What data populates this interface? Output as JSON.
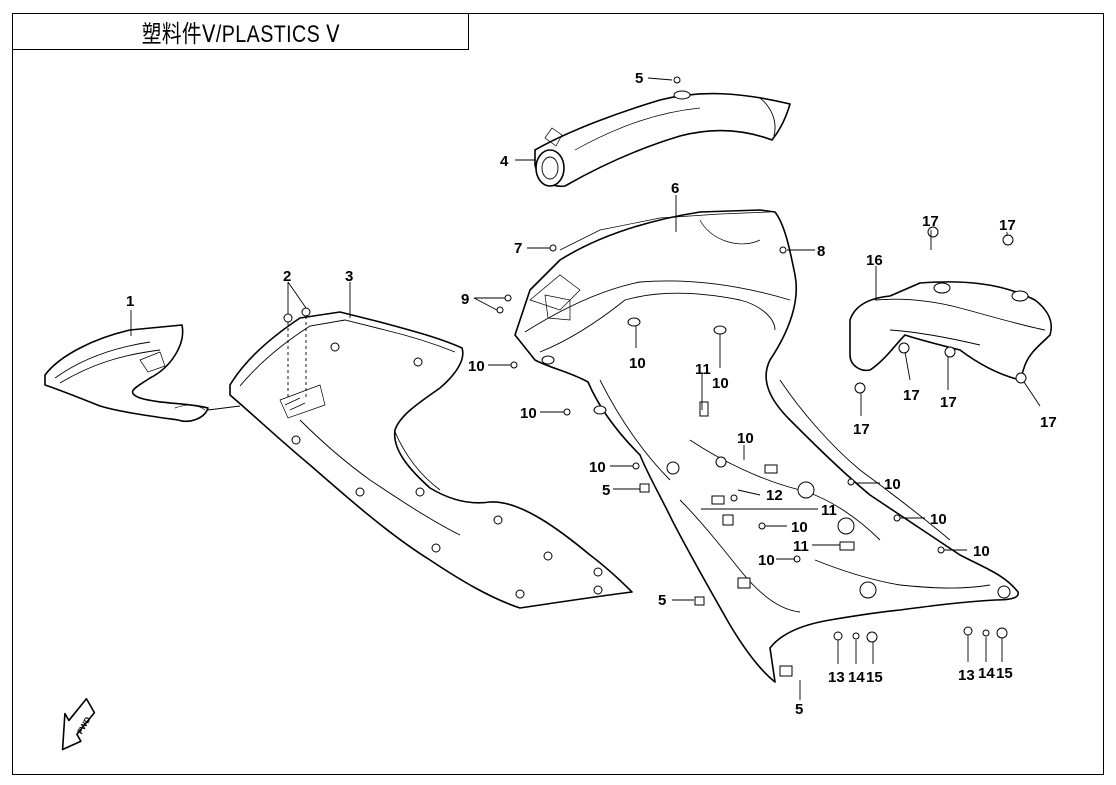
{
  "title": "塑料件Ⅴ/PLASTICS Ⅴ",
  "fwd_icon": "fwd-arrow-icon",
  "fwd_text": "FWD",
  "callouts": {
    "c1": "1",
    "c2": "2",
    "c3": "3",
    "c4": "4",
    "c5a": "5",
    "c5b": "5",
    "c5c": "5",
    "c5d": "5",
    "c6": "6",
    "c7": "7",
    "c8": "8",
    "c9": "9",
    "c10a": "10",
    "c10b": "10",
    "c10c": "10",
    "c10d": "10",
    "c10e": "10",
    "c10f": "10",
    "c10g": "10",
    "c10h": "10",
    "c10i": "10",
    "c10j": "10",
    "c10k": "10",
    "c11a": "11",
    "c11b": "11",
    "c11c": "11",
    "c12": "12",
    "c13a": "13",
    "c13b": "13",
    "c14a": "14",
    "c14b": "14",
    "c15a": "15",
    "c15b": "15",
    "c16": "16",
    "c17a": "17",
    "c17b": "17",
    "c17c": "17",
    "c17d": "17",
    "c17e": "17",
    "c17f": "17"
  }
}
